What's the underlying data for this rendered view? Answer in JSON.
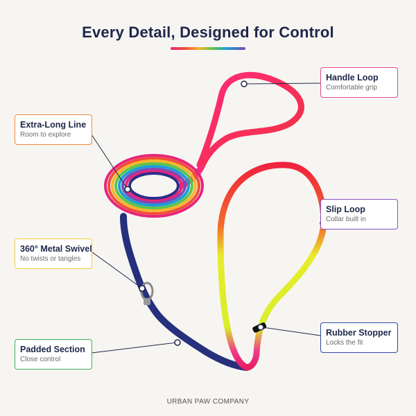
{
  "title": "Every Detail, Designed for Control",
  "callouts": {
    "handle_loop": {
      "name": "Handle Loop",
      "desc": "Comfortable grip"
    },
    "extra_long_line": {
      "name": "Extra-Long Line",
      "desc": "Room to explore"
    },
    "slip_loop": {
      "name": "Slip Loop",
      "desc": "Collar built in"
    },
    "metal_swivel": {
      "name": "360° Metal Swivel",
      "desc": "No twists or tangles"
    },
    "rubber_stopper": {
      "name": "Rubber Stopper",
      "desc": "Locks the fit"
    },
    "padded_section": {
      "name": "Padded Section",
      "desc": "Close control"
    }
  },
  "footer": "URBAN PAW COMPANY",
  "colors": {
    "title": "#1e2749",
    "handle_loop_border": "#e04a8f",
    "extra_long_line_border": "#f08a3a",
    "slip_loop_border": "#8a52c4",
    "metal_swivel_border": "#f2cf3a",
    "rubber_stopper_border": "#2d46a6",
    "padded_section_border": "#3fae5b"
  }
}
